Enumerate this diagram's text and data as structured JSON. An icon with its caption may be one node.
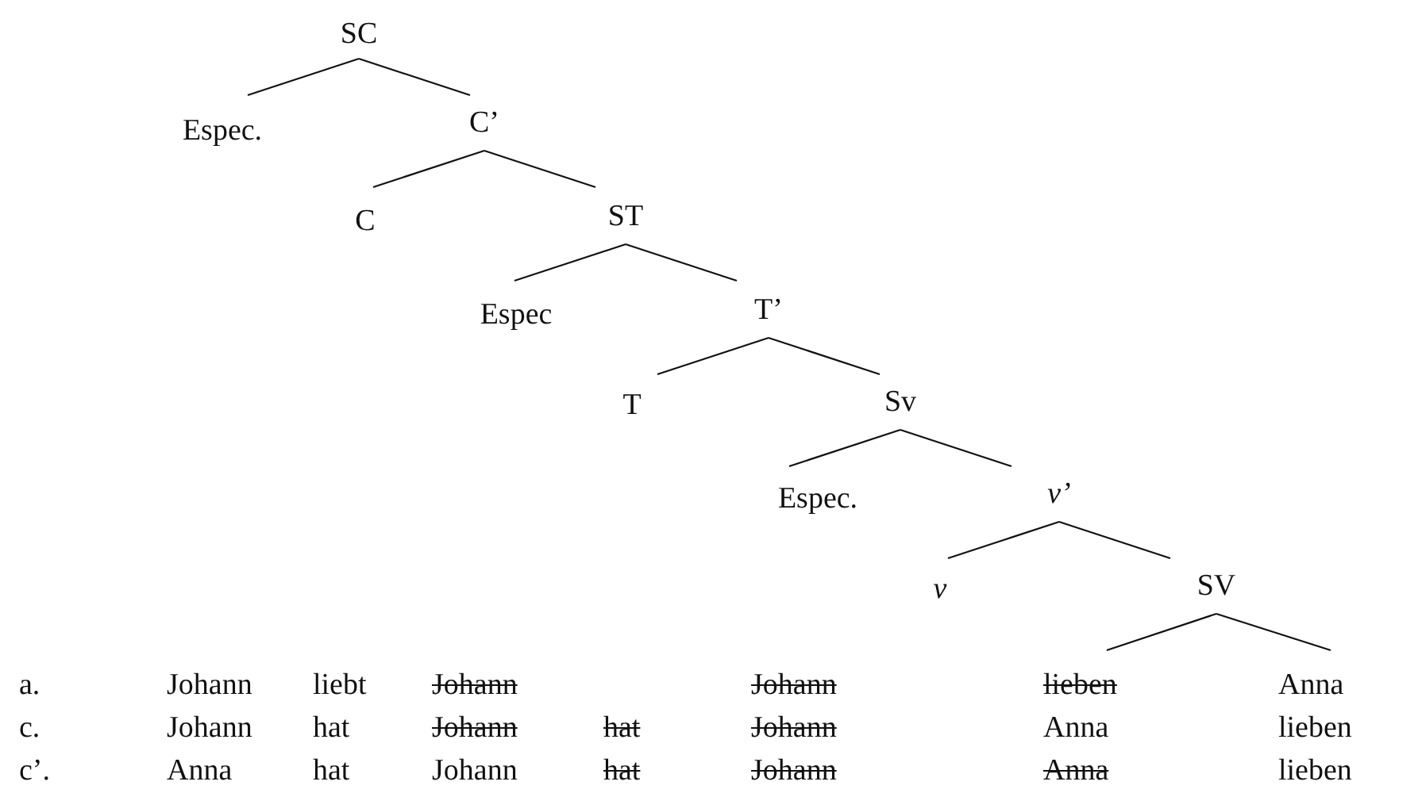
{
  "diagram": {
    "nodes": [
      {
        "text": [
          "SC"
        ]
      },
      {
        "text": [
          "Espec."
        ]
      },
      {
        "text": [
          "C’"
        ]
      },
      {
        "text": [
          "C"
        ]
      },
      {
        "text": [
          "ST"
        ]
      },
      {
        "text": [
          "Espec"
        ]
      },
      {
        "text": [
          "T’"
        ]
      },
      {
        "text": [
          "T"
        ]
      },
      {
        "text": [
          "Sv"
        ]
      },
      {
        "text": [
          "Espec."
        ]
      },
      {
        "text": [
          "v’"
        ]
      },
      {
        "text": [
          "v"
        ]
      },
      {
        "text": [
          "SV"
        ]
      }
    ],
    "edges": [
      {
        "from": 0,
        "to": 1,
        "arrow": "none"
      },
      {
        "from": 0,
        "to": 2,
        "arrow": "none"
      },
      {
        "from": 2,
        "to": 3,
        "arrow": "none"
      },
      {
        "from": 2,
        "to": 4,
        "arrow": "none"
      },
      {
        "from": 4,
        "to": 5,
        "arrow": "none"
      },
      {
        "from": 4,
        "to": 6,
        "arrow": "none"
      },
      {
        "from": 6,
        "to": 7,
        "arrow": "none"
      },
      {
        "from": 6,
        "to": 8,
        "arrow": "none"
      },
      {
        "from": 8,
        "to": 9,
        "arrow": "none"
      },
      {
        "from": 8,
        "to": 10,
        "arrow": "none"
      },
      {
        "from": 10,
        "to": 11,
        "arrow": "none"
      },
      {
        "from": 10,
        "to": 12,
        "arrow": "none"
      },
      {
        "from": 12,
        "to": null,
        "arrow": "none"
      },
      {
        "from": 12,
        "to": null,
        "arrow": "none"
      }
    ],
    "labels": [
      "a.",
      "Johann",
      "liebt",
      "Johann",
      "Johann",
      "lieben",
      "Anna",
      "c.",
      "Johann",
      "hat",
      "Johann",
      "hat",
      "Johann",
      "Anna",
      "lieben",
      "c’.",
      "Anna",
      "hat",
      "Johann",
      "hat",
      "Johann",
      "Anna",
      "lieben"
    ]
  }
}
